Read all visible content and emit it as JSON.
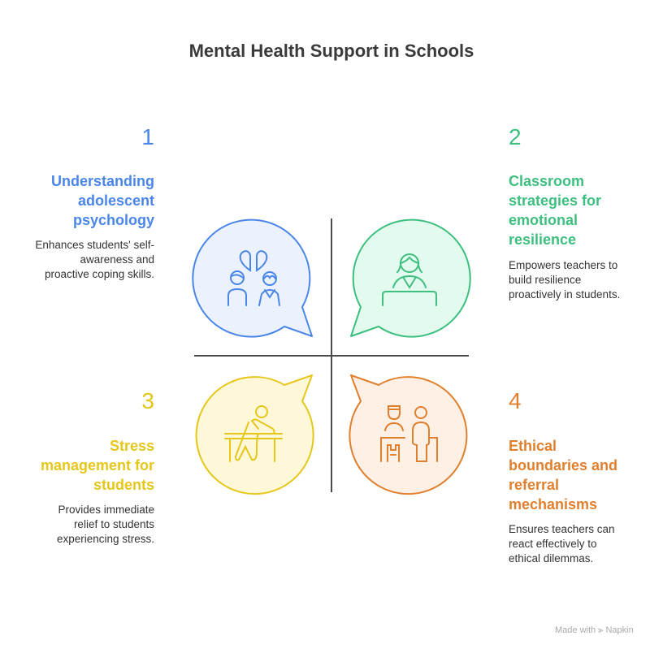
{
  "title": "Mental Health Support in Schools",
  "items": [
    {
      "number": "1",
      "heading": "Understanding adolescent psychology",
      "description": "Enhances students' self-awareness and proactive coping skills.",
      "color": "#4a86e8",
      "icon": "two-students-icon"
    },
    {
      "number": "2",
      "heading": "Classroom strategies for emotional resilience",
      "description": "Empowers teachers to build resilience proactively in students.",
      "color": "#3dbf7f",
      "icon": "teacher-at-desk-icon"
    },
    {
      "number": "3",
      "heading": "Stress management for students",
      "description": "Provides immediate relief to students experiencing stress.",
      "color": "#e6c619",
      "icon": "student-at-desk-icon"
    },
    {
      "number": "4",
      "heading": "Ethical boundaries and referral mechanisms",
      "description": "Ensures teachers can react effectively to ethical dilemmas.",
      "color": "#e07f2e",
      "icon": "counselor-and-student-icon"
    }
  ],
  "footer": {
    "made_with": "Made with",
    "brand": "Napkin"
  }
}
